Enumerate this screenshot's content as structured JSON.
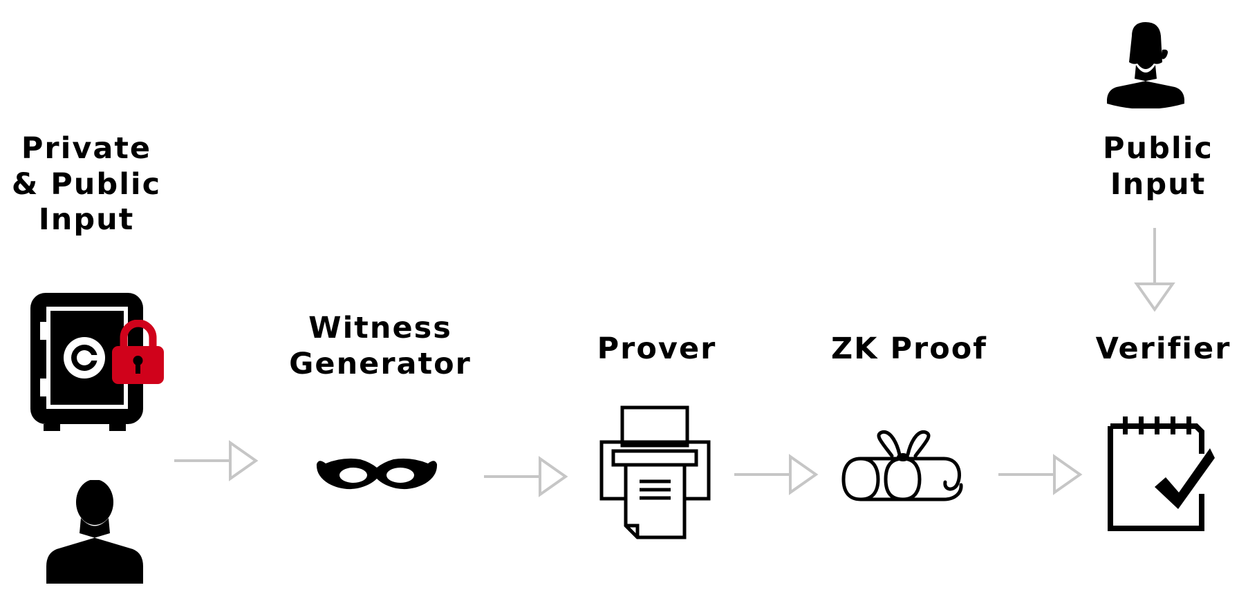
{
  "labels": {
    "private_public_input": [
      "Private",
      "& Public",
      "Input"
    ],
    "witness_generator": [
      "Witness",
      "Generator"
    ],
    "prover": "Prover",
    "zk_proof": "ZK Proof",
    "verifier": "Verifier",
    "public_input": [
      "Public",
      "Input"
    ]
  },
  "icons": {
    "safe": "safe-icon",
    "padlock": "padlock-icon",
    "prover_user": "user-icon",
    "verifier_user": "user-icon",
    "mask": "mask-icon",
    "printer": "printer-icon",
    "scroll": "scroll-icon",
    "checklist": "checklist-icon"
  },
  "colors": {
    "text": "#000000",
    "arrow": "#c6c6c6",
    "lock_red": "#d0021b",
    "icon": "#000000"
  }
}
